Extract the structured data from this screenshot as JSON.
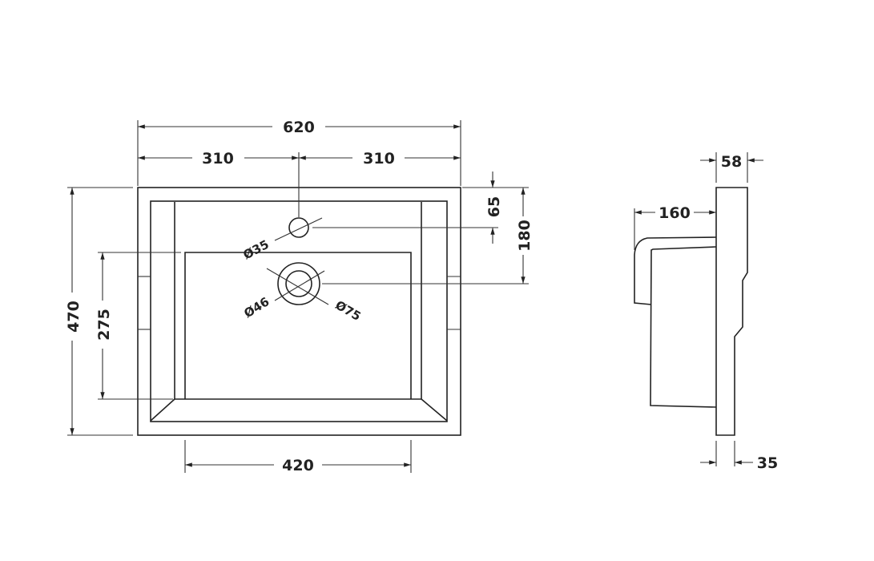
{
  "drawing": {
    "front_view": {
      "overall_width": "620",
      "half_width_left": "310",
      "half_width_right": "310",
      "overall_depth": "470",
      "basin_depth": "275",
      "basin_width": "420",
      "tap_offset": "65",
      "waste_offset": "180",
      "tap_hole_diameter": "Ø35",
      "waste_diameter_inner": "Ø46",
      "waste_diameter_outer": "Ø75"
    },
    "side_view": {
      "rim_thickness": "58",
      "projection": "160",
      "base_thickness": "35"
    },
    "line_color": "#222222"
  }
}
